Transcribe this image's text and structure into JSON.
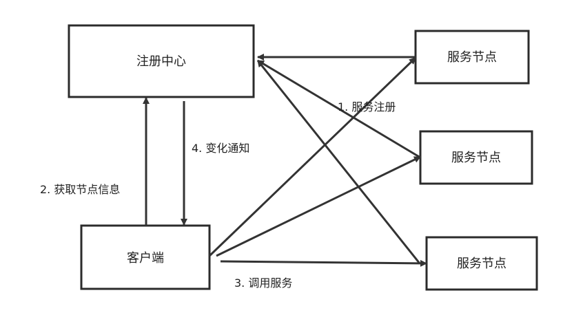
{
  "colors": {
    "stroke": "#2b2b2b",
    "arrow": "#333333",
    "background": "#ffffff"
  },
  "nodes": {
    "registry": "注册中心",
    "client": "客户端",
    "service_1": "服务节点",
    "service_2": "服务节点",
    "service_3": "服务节点"
  },
  "edges": {
    "register": "1. 服务注册",
    "fetch": "2. 获取节点信息",
    "invoke": "3. 调用服务",
    "notify": "4. 变化通知"
  }
}
